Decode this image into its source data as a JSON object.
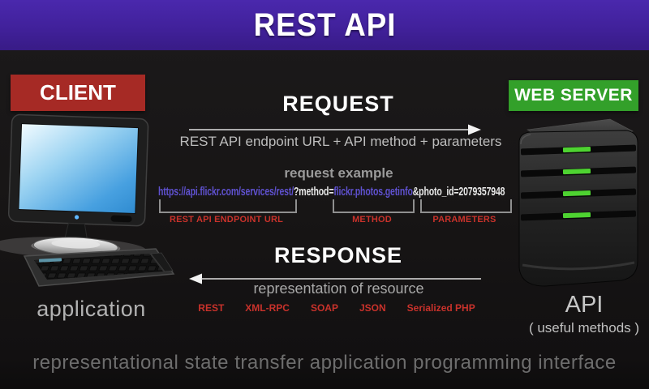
{
  "banner": {
    "title": "REST API",
    "bg_color": "#41219b"
  },
  "client": {
    "label": "CLIENT",
    "bg_color": "#a62a25",
    "caption": "application"
  },
  "web_server": {
    "label": "WEB SERVER",
    "bg_color": "#33a02a",
    "caption": "API",
    "subcaption": "( useful methods )"
  },
  "request": {
    "title": "REQUEST",
    "description": "REST API endpoint URL + API method + parameters",
    "example_title": "request example",
    "url_parts": [
      {
        "text": "https://api.flickr.com/services/rest/",
        "color": "#5f51cf"
      },
      {
        "text": "?method=",
        "color": "#e9e9e9"
      },
      {
        "text": "flickr.photos.getinfo",
        "color": "#5f51cf"
      },
      {
        "text": "&photo_id=2079357948",
        "color": "#e9e9e9"
      }
    ],
    "annotations": [
      {
        "label": "REST API ENDPOINT URL"
      },
      {
        "label": "METHOD"
      },
      {
        "label": "PARAMETERS"
      }
    ]
  },
  "response": {
    "title": "RESPONSE",
    "description": "representation of resource",
    "formats": [
      "REST",
      "XML-RPC",
      "SOAP",
      "JSON",
      "Serialized PHP"
    ]
  },
  "footer": {
    "text": "representational state transfer application programming interface"
  },
  "colors": {
    "background": "#171515",
    "annotation_red": "#c9322b",
    "link_purple": "#5f51cf",
    "led_green": "#4ed331",
    "arrow_white": "#e8e8e8"
  }
}
